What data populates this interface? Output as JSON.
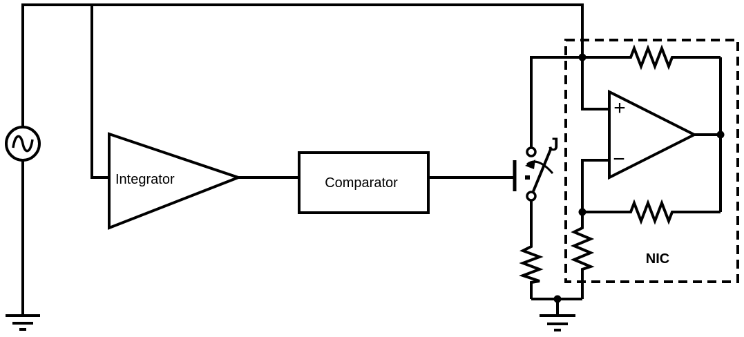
{
  "diagram": {
    "type": "circuit-block-diagram",
    "background_color": "#ffffff",
    "line_color": "#000000",
    "blocks": {
      "source": {
        "symbol": "ac-sine-source-icon"
      },
      "integrator": {
        "label": "Integrator"
      },
      "comparator": {
        "label": "Comparator"
      },
      "switch": {
        "label": "J"
      },
      "nic": {
        "label": "NIC"
      },
      "opamp": {
        "plus_input": "+",
        "minus_input": "−"
      }
    }
  }
}
